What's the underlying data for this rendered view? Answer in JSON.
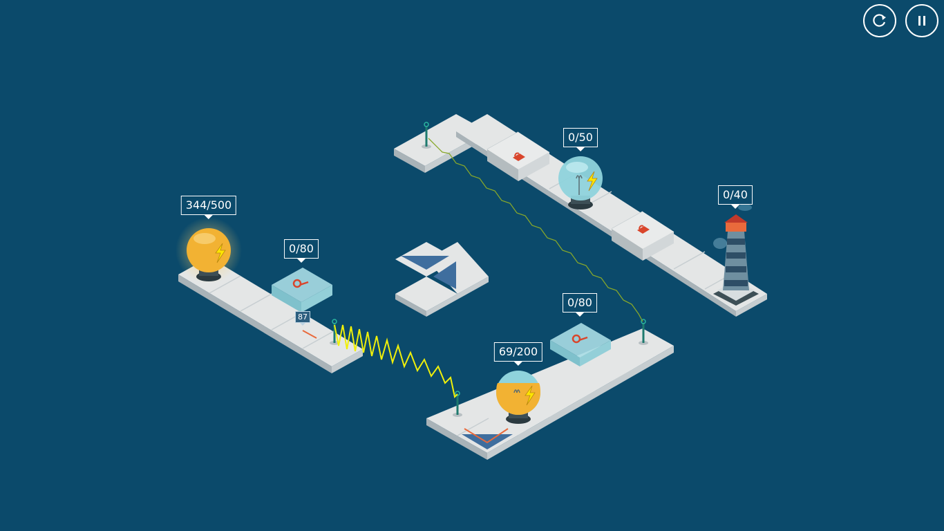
{
  "hud": {
    "restart_icon": "restart-icon",
    "pause_icon": "pause-icon"
  },
  "counters": {
    "bulb_top_left": "344/500",
    "key_pad_left": "0/80",
    "bulb_top_right": "0/50",
    "lighthouse": "0/40",
    "key_pad_right": "0/80",
    "bulb_bottom": "69/200",
    "emitter_left": "87"
  },
  "colors": {
    "background": "#0b4a6b",
    "tile": "#e4e6e6",
    "lit_bulb": "#f2b233",
    "unlit_bulb": "#8fd3dc",
    "lock": "#d9452b",
    "wave": "#f0f00a"
  }
}
